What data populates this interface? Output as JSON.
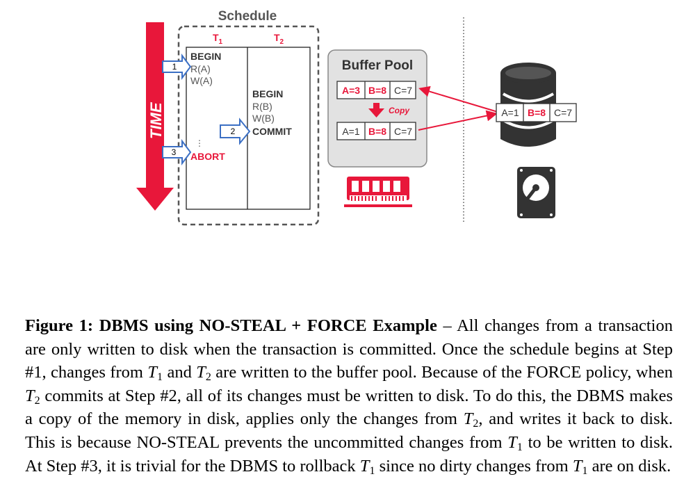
{
  "colors": {
    "red": "#e8173a",
    "blue_outline": "#3b6fc4",
    "buffer_fill": "#e2e2e2",
    "dark": "#333333",
    "text_gray": "#555555"
  },
  "schedule": {
    "title": "Schedule",
    "col1_header": "T",
    "col1_header_sub": "1",
    "col2_header": "T",
    "col2_header_sub": "2",
    "time_label": "TIME",
    "t1_lines": [
      "BEGIN",
      "R(A)",
      "W(A)"
    ],
    "t1_dots": "⋮",
    "t1_abort": "ABORT",
    "t2_lines": [
      "BEGIN",
      "R(B)",
      "W(B)",
      "COMMIT"
    ],
    "steps": [
      "1",
      "2",
      "3"
    ]
  },
  "buffer_pool": {
    "title": "Buffer Pool",
    "row1": [
      "A=3",
      "B=8",
      "C=7"
    ],
    "row2": [
      "A=1",
      "B=8",
      "C=7"
    ],
    "copy_label": "Copy",
    "memory_icon": "ram-chip-icon"
  },
  "disk": {
    "row": [
      "A=1",
      "B=8",
      "C=7"
    ],
    "database_icon": "database-icon",
    "drive_icon": "hard-drive-icon"
  },
  "caption": {
    "lead": "Figure 1: DBMS using NO-STEAL + FORCE Example",
    "p1": " – All changes from a transaction are only written to disk when the transaction is committed. Once the schedule begins at Step #1, changes from ",
    "t1": "T",
    "s1": "1",
    "p2": " and ",
    "t2": "T",
    "s2": "2",
    "p3": " are written to the buffer pool. Because of the FORCE policy, when ",
    "t3": "T",
    "s3": "2",
    "p4": " commits at Step #2, all of its changes must be written to disk. To do this, the DBMS makes a copy of the memory in disk, applies only the changes from ",
    "t4": "T",
    "s4": "2",
    "p5": ", and writes it back to disk. This is because NO-STEAL prevents the uncommitted changes from ",
    "t5": "T",
    "s5": "1",
    "p6": " to be written to disk. At Step #3, it is trivial for the DBMS to rollback ",
    "t6": "T",
    "s6": "1",
    "p7": " since no dirty changes from ",
    "t7": "T",
    "s7": "1",
    "p8": " are on disk."
  }
}
